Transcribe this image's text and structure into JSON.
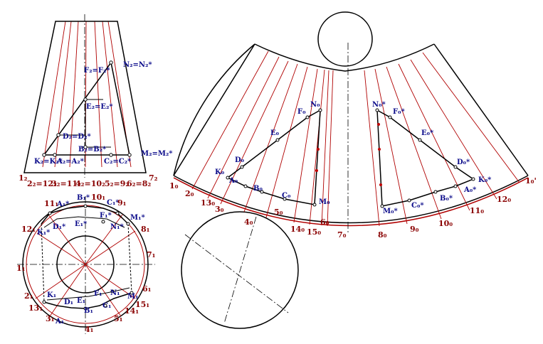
{
  "front_view": {
    "labels": [
      "N₂=N₂*",
      "F₂=F₂*",
      "E₂=E₂*",
      "D₂=D₂*",
      "B₂=B₂*",
      "M₂=M₂*",
      "K₂=K₂*",
      "A₂=A₂*",
      "C₂=C₂*",
      "1₂",
      "2₂=12₂",
      "3₂=11₂",
      "4₂=10₂",
      "5₂=9₂",
      "6₂=8₂",
      "7₂"
    ]
  },
  "top_view": {
    "labels": [
      "B₁*",
      "10₁",
      "C₁*",
      "9₁",
      "11₁",
      "A₁*",
      "F₁*",
      "M₁*",
      "8₁",
      "12₁",
      "K₁*",
      "D₁*",
      "E₁*",
      "N₁*",
      "7₁",
      "1₁",
      "2₁",
      "K₁",
      "F₁",
      "N₁",
      "M₁",
      "6₁",
      "D₁",
      "E₁",
      "13₁",
      "B₁",
      "C₁",
      "14₁",
      "15₁",
      "3₁",
      "A₁",
      "5₁",
      "4₁"
    ]
  },
  "development": {
    "labels": [
      "N₀",
      "F₀",
      "E₀",
      "D₀",
      "K₀",
      "A₀",
      "B₀",
      "C₀",
      "M₀",
      "N₀*",
      "F₀*",
      "E₀*",
      "D₀*",
      "K₀*",
      "A₀*",
      "B₀*",
      "C₀*",
      "M₀*",
      "1₀",
      "2₀",
      "13₀",
      "3₀",
      "4₀",
      "5₀",
      "14₀",
      "15₀",
      "6₀",
      "7₀",
      "8₀",
      "9₀",
      "10₀",
      "11₀",
      "12₀",
      "1₀'"
    ]
  }
}
